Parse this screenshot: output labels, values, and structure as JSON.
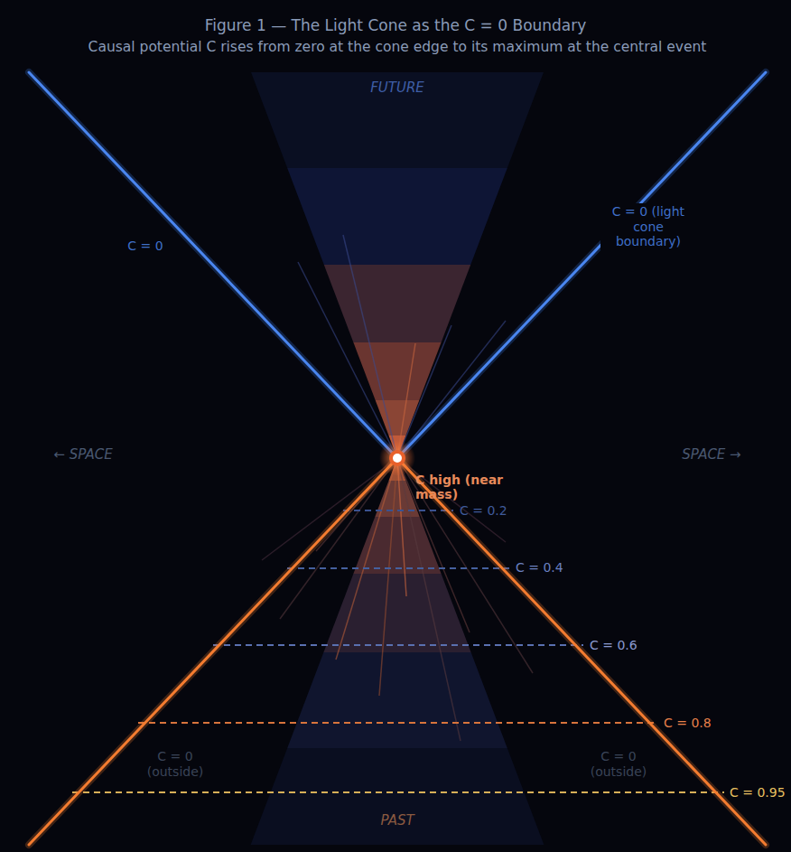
{
  "diagram": {
    "title": "Figure 1 — The Light Cone as the C = 0 Boundary",
    "labels": [
      "Causal potential C rises from zero at the cone edge to its maximum at the central event",
      "FUTURE",
      "C = 0",
      "C = 0 (light cone boundary)",
      "← SPACE",
      "SPACE →",
      "C high (near mass)",
      "C = 0.2",
      "C = 0.4",
      "C = 0.6",
      "C = 0.8",
      "C = 0.95",
      "C = 0 (outside)",
      "C = 0 (outside)",
      "PAST"
    ]
  }
}
